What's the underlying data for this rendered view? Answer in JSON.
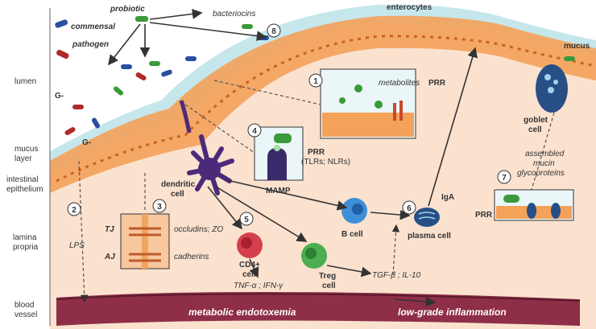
{
  "regions": {
    "lumen": "lumen",
    "mucus_layer_1": "mucus",
    "mucus_layer_2": "layer",
    "epithelium_1": "intestinal",
    "epithelium_2": "epithelium",
    "lamina_1": "lamina",
    "lamina_2": "propria",
    "blood_1": "blood",
    "blood_2": "vessel"
  },
  "bacteria": {
    "commensal": "commensal",
    "probiotic": "probiotic",
    "pathogen": "pathogen",
    "bacteriocins": "bacteriocins",
    "gram_neg_1": "G-",
    "gram_neg_2": "G-"
  },
  "cells": {
    "enterocytes": "enterocytes",
    "mucus": "mucus",
    "goblet_1": "goblet",
    "goblet_2": "cell",
    "dendritic_1": "dendritic",
    "dendritic_2": "cell",
    "b_cell": "B cell",
    "plasma_cell": "plasma cell",
    "cd4_1": "CD4+",
    "cd4_2": "cell",
    "treg_1": "Treg",
    "treg_2": "cell",
    "iga": "IgA"
  },
  "molecules": {
    "metabolites": "metabolites",
    "prr_top": "PRR",
    "prr_mid": "PRR",
    "tlrs": "(TLRs; NLRs)",
    "mamp": "MAMP",
    "mucin_1": "assembled",
    "mucin_2": "mucin",
    "mucin_3": "glycoproteins",
    "prr_right": "PRR",
    "tj": "TJ",
    "aj": "AJ",
    "occludins": "occludins; ZO",
    "cadherins": "cadherins",
    "lps": "LPS",
    "tnf": "TNF-α ; IFN-γ",
    "tgf": "TGF-β ; IL-10"
  },
  "outcomes": {
    "endotoxemia": "metabolic endotoxemia",
    "inflammation": "low-grade inflammation"
  },
  "step_numbers": [
    "1",
    "2",
    "3",
    "4",
    "5",
    "6",
    "7",
    "8"
  ],
  "colors": {
    "lumen_bg": "#ffffff",
    "mucus_blue": "#bfe4ea",
    "epithelium_orange": "#f4a15a",
    "lamina_bg": "#fbe2cf",
    "vessel_red": "#8e2f47",
    "dendritic_purple": "#4b2a7a",
    "bcell_blue": "#3f8fd6",
    "cd4_red": "#d43f4b",
    "treg_green": "#4cae4f",
    "goblet_navy": "#274f86"
  }
}
